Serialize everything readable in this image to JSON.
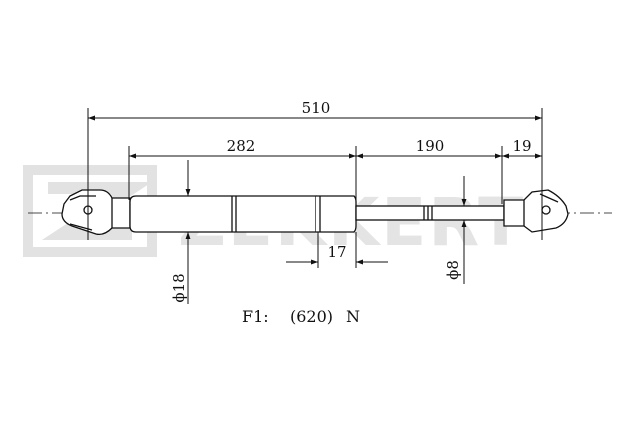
{
  "watermark": {
    "brand": "ZEKKERT",
    "color": "#e2e2e2"
  },
  "dimensions": {
    "overall_length": "510",
    "body_length": "282",
    "rod_length": "190",
    "end_length": "19",
    "body_end_length": "17",
    "body_diameter": "ϕ18",
    "rod_diameter": "ϕ8"
  },
  "force": {
    "label": "F1:",
    "value": "(620)",
    "unit": "N"
  },
  "colors": {
    "line": "#111111",
    "body_fill": "#ffffff"
  }
}
